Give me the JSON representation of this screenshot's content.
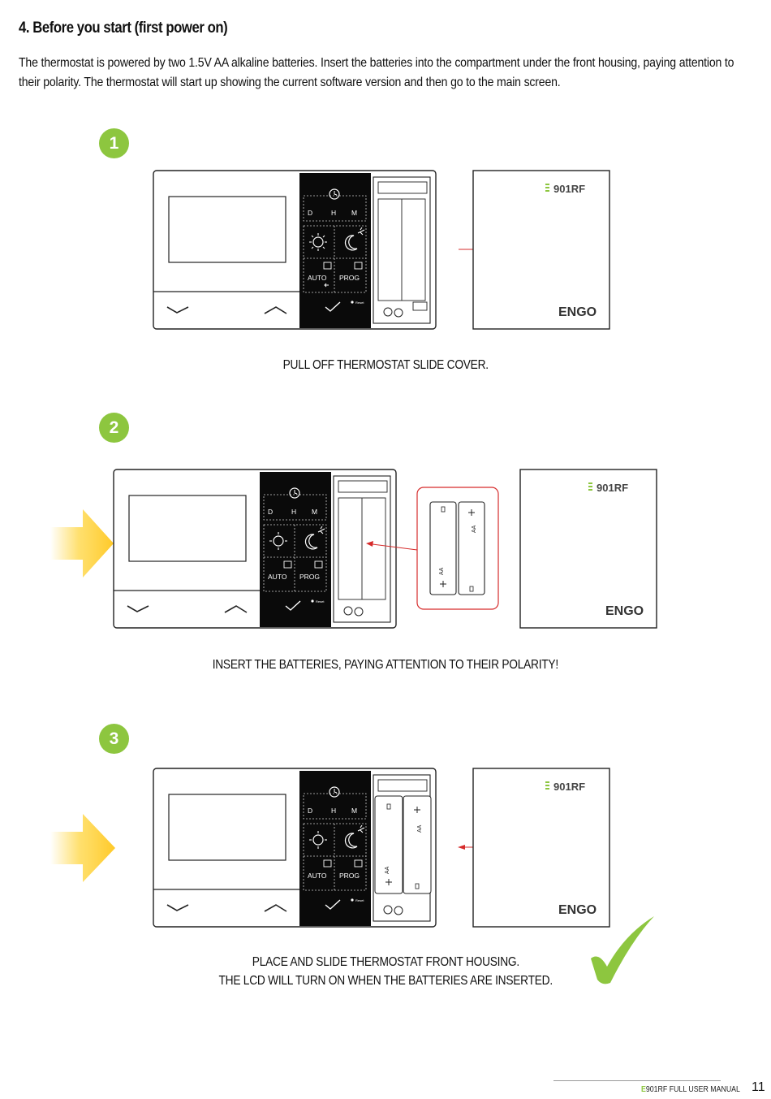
{
  "heading": "4. Before you start (first power on)",
  "intro": "The thermostat is powered by two 1.5V AA alkaline batteries. Insert the batteries into the compartment under the front housing, paying attention to their polarity. The thermostat will start up showing the current software version and then go to the main screen.",
  "device": {
    "keys": {
      "d": "D",
      "h": "H",
      "m": "M",
      "auto": "AUTO",
      "prog": "PROG",
      "reset": "Reset"
    },
    "cover_model_prefix": "E",
    "cover_model": "901RF",
    "cover_brand": "ENGO",
    "battery_label": "AA"
  },
  "steps": [
    {
      "number": "1",
      "caption": "PULL OFF THERMOSTAT SLIDE COVER."
    },
    {
      "number": "2",
      "caption": "INSERT THE BATTERIES, PAYING ATTENTION TO THEIR POLARITY!"
    },
    {
      "number": "3",
      "caption_line1": "PLACE AND SLIDE THERMOSTAT FRONT HOUSING.",
      "caption_line2": "THE LCD WILL TURN ON WHEN THE BATTERIES ARE INSERTED."
    }
  ],
  "footer": {
    "model_prefix": "E",
    "title": "901RF FULL USER MANUAL",
    "page": "11"
  },
  "colors": {
    "accent_green": "#8dc63f",
    "arrow_red": "#d62b2b",
    "panel_black": "#0a0a0a",
    "push_arrow": "#ffd84a"
  }
}
